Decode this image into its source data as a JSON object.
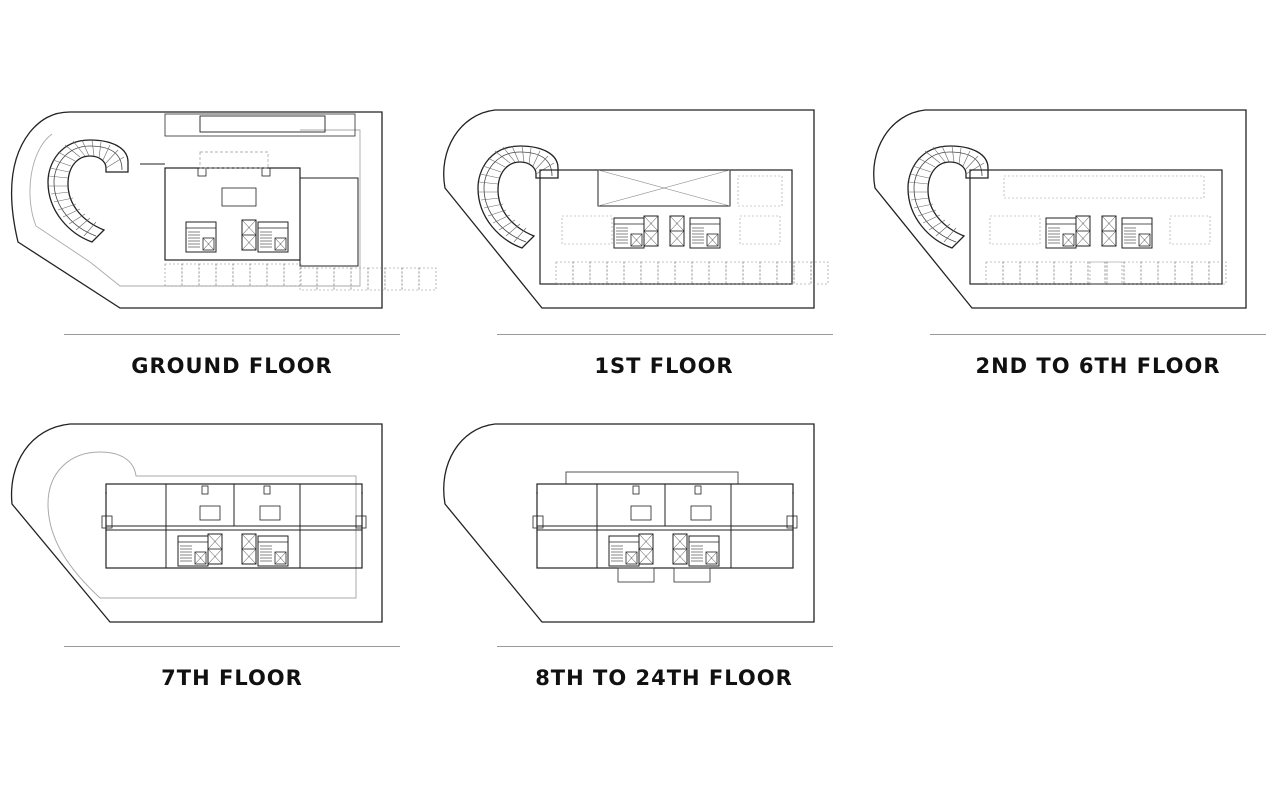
{
  "plans": [
    {
      "id": "ground",
      "label": "GROUND FLOOR"
    },
    {
      "id": "first",
      "label": "1ST FLOOR"
    },
    {
      "id": "second-sixth",
      "label": "2ND TO 6TH FLOOR"
    },
    {
      "id": "seventh",
      "label": "7TH FLOOR"
    },
    {
      "id": "eighth-24th",
      "label": "8TH TO 24TH FLOOR"
    }
  ]
}
